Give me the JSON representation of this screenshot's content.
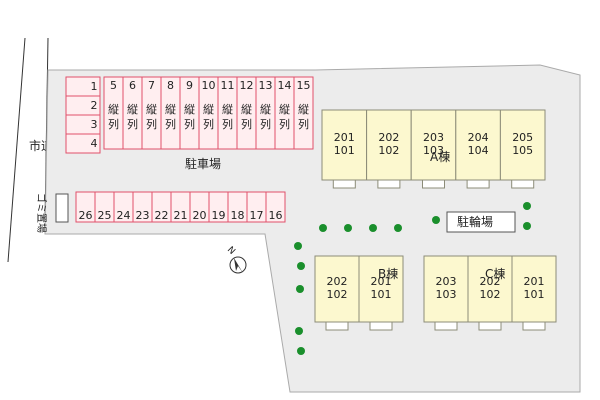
{
  "labels": {
    "city_road": "市道",
    "trash": "ゴミ置場",
    "parking": "駐車場",
    "bicycle": "駐輪場",
    "north": "N",
    "tandem": "縦列",
    "bldg_a": "A棟",
    "bldg_b": "B棟",
    "bldg_c": "C棟"
  },
  "parking_left": [
    "1",
    "2",
    "3",
    "4"
  ],
  "parking_top": [
    "5",
    "6",
    "7",
    "8",
    "9",
    "10",
    "11",
    "12",
    "13",
    "14",
    "15"
  ],
  "parking_bottom": [
    "26",
    "25",
    "24",
    "23",
    "22",
    "21",
    "20",
    "19",
    "18",
    "17",
    "16"
  ],
  "building_a": [
    {
      "upper": "201",
      "lower": "101"
    },
    {
      "upper": "202",
      "lower": "102"
    },
    {
      "upper": "203",
      "lower": "103"
    },
    {
      "upper": "204",
      "lower": "104"
    },
    {
      "upper": "205",
      "lower": "105"
    }
  ],
  "building_b": [
    {
      "upper": "202",
      "lower": "102"
    },
    {
      "upper": "201",
      "lower": "101"
    }
  ],
  "building_c": [
    {
      "upper": "203",
      "lower": "103"
    },
    {
      "upper": "202",
      "lower": "102"
    },
    {
      "upper": "201",
      "lower": "101"
    }
  ],
  "colors": {
    "lot": "#ececec",
    "parking_fill": "#ffeef0",
    "parking_stroke": "#e0506a",
    "building_fill": "#fcf8cf",
    "tree": "#1a8f2c"
  }
}
